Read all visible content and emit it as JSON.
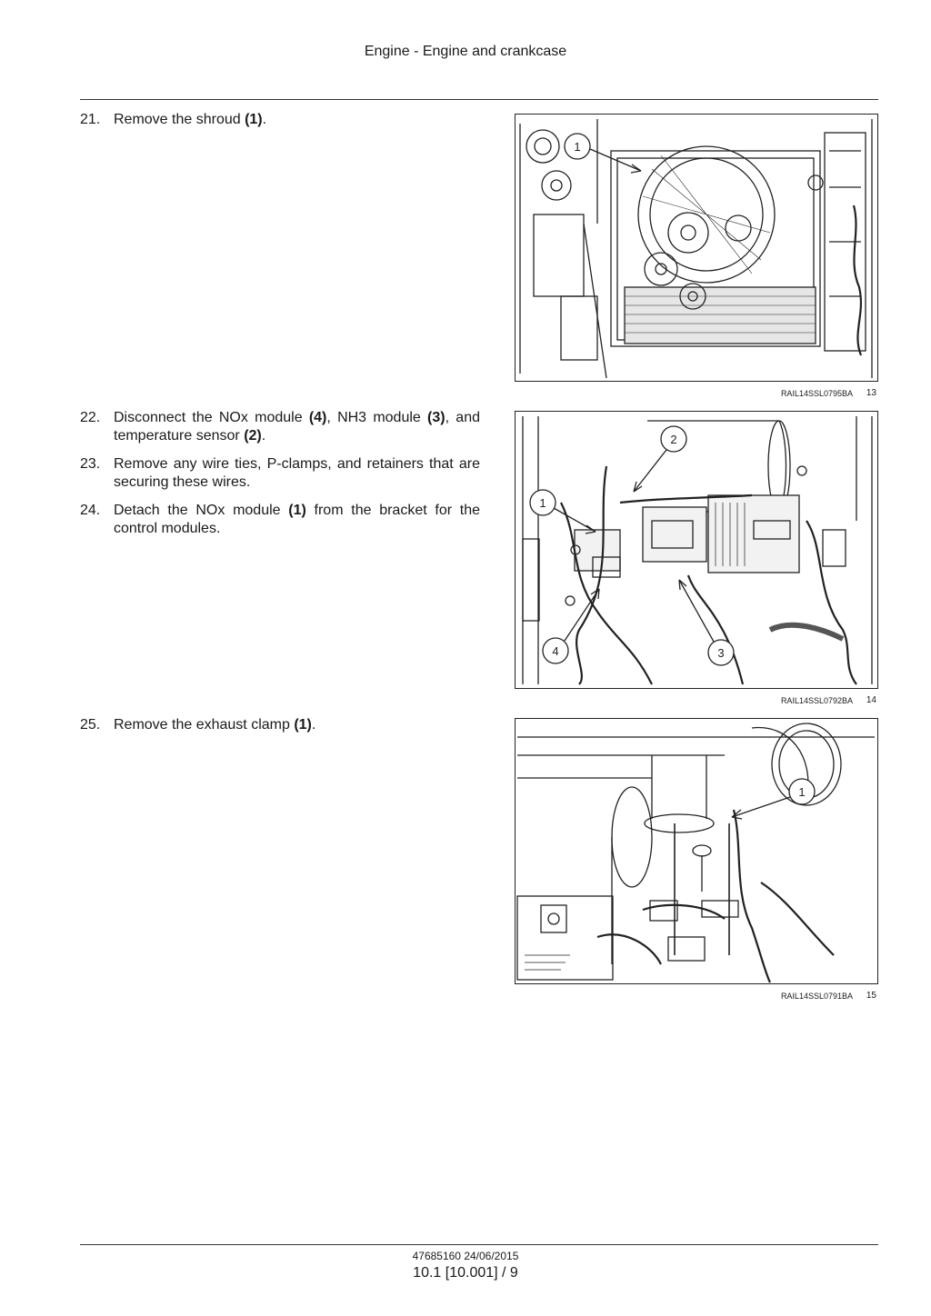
{
  "header": {
    "title": "Engine - Engine and crankcase"
  },
  "steps": [
    {
      "num": "21.",
      "parts": [
        "Remove the shroud ",
        "(1)",
        "."
      ]
    },
    {
      "num": "22.",
      "parts": [
        "Disconnect the NOx module ",
        "(4)",
        ", NH3 module ",
        "(3)",
        ", and temperature sensor ",
        "(2)",
        "."
      ]
    },
    {
      "num": "23.",
      "parts": [
        "Remove any wire ties, P-clamps, and retainers that are securing these wires."
      ]
    },
    {
      "num": "24.",
      "parts": [
        "Detach the NOx module ",
        "(1)",
        " from the bracket for the control modules."
      ]
    },
    {
      "num": "25.",
      "parts": [
        "Remove the exhaust clamp ",
        "(1)",
        "."
      ]
    }
  ],
  "figures": [
    {
      "code": "RAIL14SSL0795BA",
      "number": "13",
      "callouts": [
        "1"
      ]
    },
    {
      "code": "RAIL14SSL0792BA",
      "number": "14",
      "callouts": [
        "1",
        "2",
        "3",
        "4"
      ]
    },
    {
      "code": "RAIL14SSL0791BA",
      "number": "15",
      "callouts": [
        "1"
      ]
    }
  ],
  "footer": {
    "doc_line": "47685160 24/06/2015",
    "page_ref": "10.1 [10.001] / 9"
  }
}
